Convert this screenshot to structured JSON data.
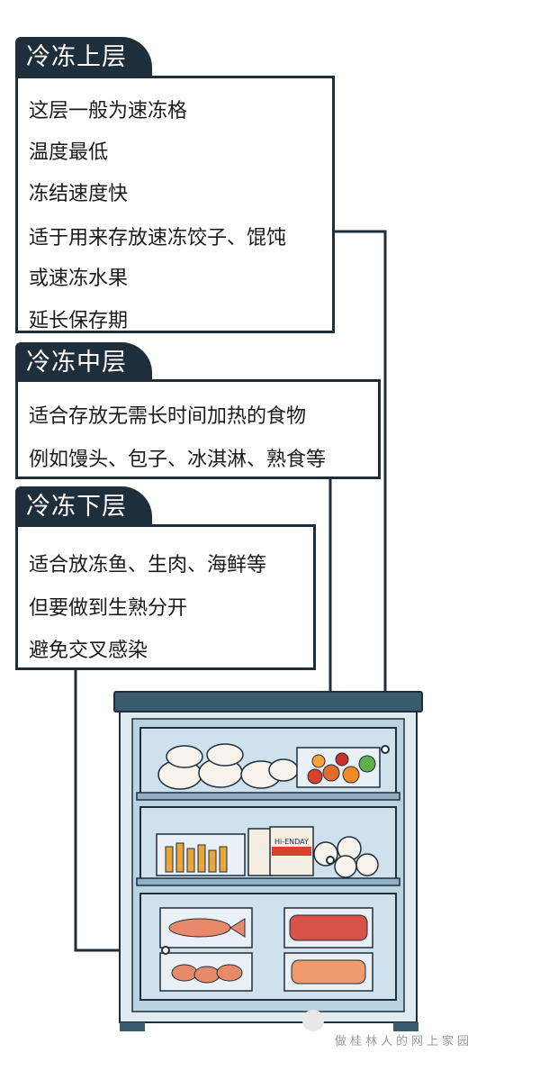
{
  "sections": [
    {
      "title": "冷冻上层",
      "lines": [
        "这层一般为速冻格",
        "温度最低",
        "冻结速度快",
        "适于用来存放速冻饺子、馄饨",
        "或速冻水果",
        "延长保存期"
      ]
    },
    {
      "title": "冷冻中层",
      "lines": [
        "适合存放无需长时间加热的食物",
        "例如馒头、包子、冰淇淋、熟食等"
      ]
    },
    {
      "title": "冷冻下层",
      "lines": [
        "适合放冻鱼、生肉、海鲜等",
        "但要做到生熟分开",
        "避免交叉感染"
      ]
    }
  ],
  "products": {
    "yogurt_label": "Hi-ENDAY"
  },
  "watermark": "做桂林人的网上家园",
  "colors": {
    "navy": "#1f2e3b",
    "fridge_top": "#3a5a6e",
    "fridge_inner": "#b9d3e2"
  }
}
